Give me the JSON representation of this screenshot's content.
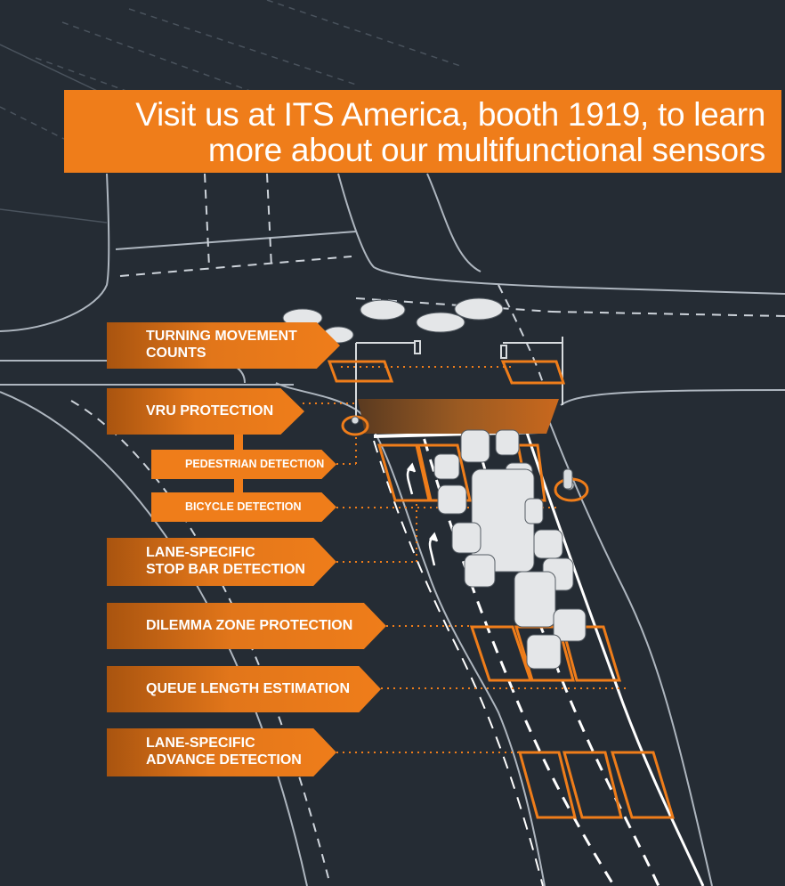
{
  "banner": {
    "line1": "Visit us at ITS America, booth 1919, to learn",
    "line2": "more about our multifunctional sensors"
  },
  "callouts": {
    "turning_movement": {
      "line1": "TURNING MOVEMENT",
      "line2": "COUNTS"
    },
    "vru_protection": "VRU PROTECTION",
    "pedestrian_detection": "PEDESTRIAN DETECTION",
    "bicycle_detection": "BICYCLE DETECTION",
    "stop_bar": {
      "line1": "LANE-SPECIFIC",
      "line2": "STOP BAR DETECTION"
    },
    "dilemma_zone": "DILEMMA ZONE PROTECTION",
    "queue_length": "QUEUE LENGTH ESTIMATION",
    "advance_detection": {
      "line1": "LANE-SPECIFIC",
      "line2": "ADVANCE DETECTION"
    }
  },
  "colors": {
    "background": "#252c34",
    "accent": "#ef7d1a",
    "road_line": "#cdd3da",
    "vehicle": "#e4e6e8"
  }
}
